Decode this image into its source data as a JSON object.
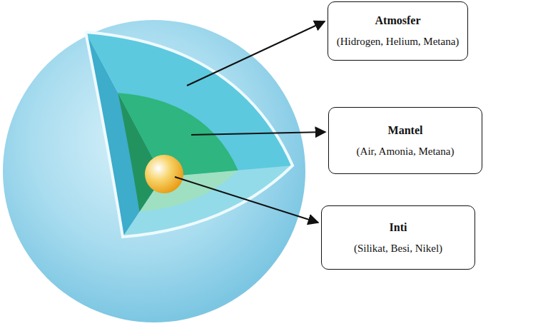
{
  "diagram": {
    "nodes": [
      {
        "text": [
          "Atmosfer",
          "(Hidrogen, Helium, Metana)"
        ]
      },
      {
        "text": [
          "Mantel",
          "(Air, Amonia, Metana)"
        ]
      },
      {
        "text": [
          "Inti",
          "(Silikat, Besi, Nikel)"
        ]
      }
    ]
  }
}
